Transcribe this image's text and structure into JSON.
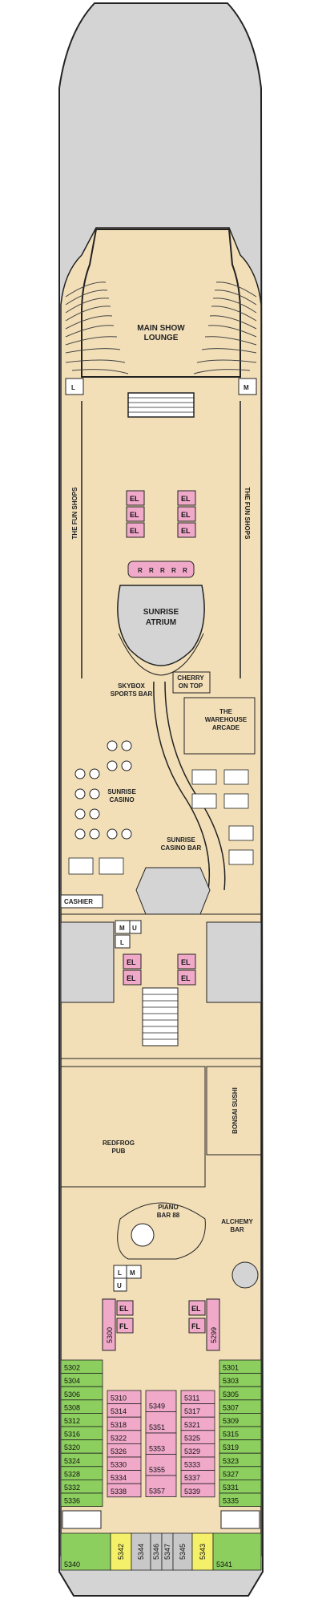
{
  "venues": {
    "main_show_lounge": [
      "MAIN SHOW",
      "LOUNGE"
    ],
    "fun_shops": "THE FUN SHOPS",
    "sunrise_atrium": [
      "SUNRISE",
      "ATRIUM"
    ],
    "skybox_sports_bar": [
      "SKYBOX",
      "SPORTS BAR"
    ],
    "cherry_on_top": [
      "CHERRY",
      "ON TOP"
    ],
    "warehouse_arcade": [
      "THE",
      "WAREHOUSE",
      "ARCADE"
    ],
    "sunrise_casino": [
      "SUNRISE",
      "CASINO"
    ],
    "sunrise_casino_bar": [
      "SUNRISE",
      "CASINO BAR"
    ],
    "cashier": "CASHIER",
    "bonsai_sushi": "BONSAI SUSHI",
    "redfrog_pub": [
      "REDFROG",
      "PUB"
    ],
    "piano_bar_88": [
      "PIANO",
      "BAR 88"
    ],
    "alchemy_bar": [
      "ALCHEMY",
      "BAR"
    ]
  },
  "facility_codes": {
    "elevator": "EL",
    "freight_lift": "FL",
    "ladies": "L",
    "mens": "M",
    "unisex": "U",
    "restroom": "R"
  },
  "cabins": {
    "port": [
      "5302",
      "5304",
      "5306",
      "5308",
      "5312",
      "5316",
      "5320",
      "5324",
      "5328",
      "5332",
      "5336"
    ],
    "starboard": [
      "5301",
      "5303",
      "5305",
      "5307",
      "5309",
      "5315",
      "5319",
      "5323",
      "5327",
      "5331",
      "5335"
    ],
    "inner_left": [
      "5310",
      "5314",
      "5318",
      "5322",
      "5326",
      "5330",
      "5334",
      "5338"
    ],
    "inner_mid_left": [
      "5349",
      "5351",
      "5353",
      "5355",
      "5357"
    ],
    "inner_right": [
      "5311",
      "5317",
      "5321",
      "5325",
      "5329",
      "5333",
      "5337",
      "5339"
    ],
    "side_lift_left": "5300",
    "side_lift_right": "5299",
    "aft_row": [
      "5340",
      "5342",
      "5344",
      "5346",
      "5347",
      "5345",
      "5343",
      "5341"
    ]
  },
  "colors": {
    "deck": "#f2dfb8",
    "hull": "#d4d4d4",
    "outline": "#222222",
    "cabin_green": "#8ccf5e",
    "cabin_pink": "#f0a9c9",
    "cabin_yellow": "#f4f06a",
    "cabin_gray": "#c8c8c8",
    "stair_white": "#ffffff"
  }
}
